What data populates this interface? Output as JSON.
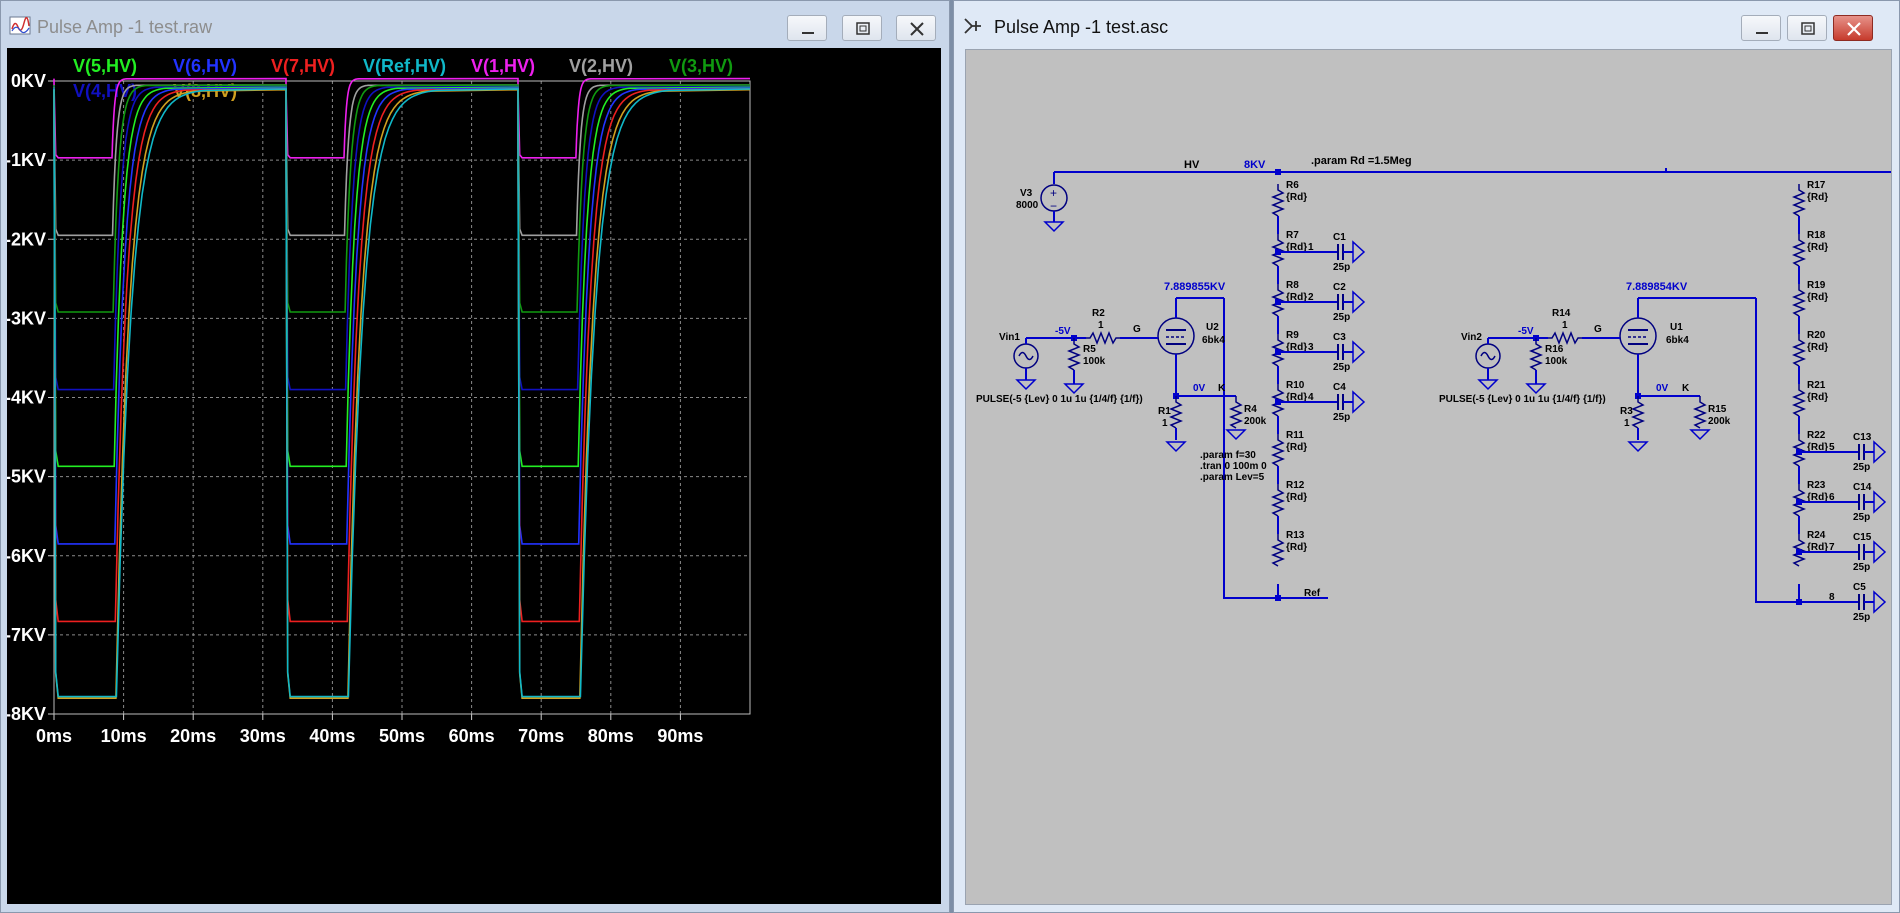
{
  "waveform_window": {
    "title": "Pulse Amp -1 test.raw",
    "legend": [
      {
        "label": "V(5,HV)",
        "color": "#22ee22"
      },
      {
        "label": "V(6,HV)",
        "color": "#2233ff"
      },
      {
        "label": "V(7,HV)",
        "color": "#ee2020"
      },
      {
        "label": "V(Ref,HV)",
        "color": "#10b8c8"
      },
      {
        "label": "V(1,HV)",
        "color": "#ee20ee"
      },
      {
        "label": "V(2,HV)",
        "color": "#a0a0a0"
      },
      {
        "label": "V(3,HV)",
        "color": "#109a10"
      },
      {
        "label": "V(4,HV)",
        "color": "#1010c0"
      },
      {
        "label": "V(8,HV)",
        "color": "#d0a020"
      }
    ],
    "y_ticks": [
      "0KV",
      "-1KV",
      "-2KV",
      "-3KV",
      "-4KV",
      "-5KV",
      "-6KV",
      "-7KV",
      "-8KV"
    ],
    "x_ticks": [
      "0ms",
      "10ms",
      "20ms",
      "30ms",
      "40ms",
      "50ms",
      "60ms",
      "70ms",
      "80ms",
      "90ms"
    ]
  },
  "chart_data": {
    "type": "line",
    "xlabel": "",
    "ylabel": "",
    "x_unit": "ms",
    "y_unit": "KV",
    "xlim": [
      0,
      100
    ],
    "ylim": [
      -8,
      0
    ],
    "grid": true,
    "pulse_period_ms": 33.33,
    "pulse_width_ms": 8.33,
    "series": [
      {
        "name": "V(1,HV)",
        "color": "#ee20ee",
        "low": -0.97,
        "high": 0.03
      },
      {
        "name": "V(2,HV)",
        "color": "#a0a0a0",
        "low": -1.95,
        "high": -0.05
      },
      {
        "name": "V(3,HV)",
        "color": "#109a10",
        "low": -2.92,
        "high": -0.05
      },
      {
        "name": "V(4,HV)",
        "color": "#1010c0",
        "low": -3.9,
        "high": -0.07
      },
      {
        "name": "V(5,HV)",
        "color": "#22ee22",
        "low": -4.87,
        "high": -0.08
      },
      {
        "name": "V(6,HV)",
        "color": "#2233ff",
        "low": -5.85,
        "high": -0.09
      },
      {
        "name": "V(7,HV)",
        "color": "#ee2020",
        "low": -6.83,
        "high": -0.1
      },
      {
        "name": "V(8,HV)",
        "color": "#d0a020",
        "low": -7.8,
        "high": -0.11
      },
      {
        "name": "V(Ref,HV)",
        "color": "#10b8c8",
        "low": -7.78,
        "high": -0.1
      }
    ]
  },
  "schematic_window": {
    "title": "Pulse Amp -1 test.asc",
    "labels": {
      "param_rd": ".param Rd =1.5Meg",
      "hv": "HV",
      "kv8": "8KV",
      "v3": "V3",
      "v3_val": "8000",
      "u2_node": "7.889855KV",
      "u1_node": "7.889854KV",
      "r2": "R2",
      "r2_val": "1",
      "g1": "G",
      "g2": "G",
      "u2": "U2",
      "u2_val": "6bk4",
      "u1": "U1",
      "u1_val": "6bk4",
      "vin1": "Vin1",
      "vin2": "Vin2",
      "m5v_1": "-5V",
      "m5v_2": "-5V",
      "r5": "R5",
      "r5_val": "100k",
      "r16": "R16",
      "r16_val": "100k",
      "r14": "R14",
      "r14_val": "1",
      "ov1": "0V",
      "ov2": "0V",
      "k1": "K",
      "k2": "K",
      "r4": "R4",
      "r4_val": "200k",
      "r15": "R15",
      "r15_val": "200k",
      "r1": "R1",
      "r1_val": "1",
      "r3": "R3",
      "r3_val": "1",
      "pulse1": "PULSE(-5 {Lev} 0 1u 1u {1/4/f} {1/f})",
      "pulse2": "PULSE(-5 {Lev} 0 1u 1u {1/4/f} {1/f})",
      "param_f": ".param f=30",
      "tran": ".tran 0 100m 0",
      "param_lev": ".param Lev=5",
      "ref": "Ref",
      "rd": "{Rd}",
      "cap": "25p"
    },
    "left_chain": [
      "R6",
      "R7",
      "R8",
      "R9",
      "R10",
      "R11",
      "R12",
      "R13"
    ],
    "left_caps": [
      "C1",
      "C2",
      "C3",
      "C4"
    ],
    "left_nodes": [
      "1",
      "2",
      "3",
      "4"
    ],
    "right_chain": [
      "R17",
      "R18",
      "R19",
      "R20",
      "R21",
      "R22",
      "R23",
      "R24"
    ],
    "right_caps": [
      "C13",
      "C14",
      "C15",
      "C5"
    ],
    "right_nodes": [
      "5",
      "6",
      "7",
      "8"
    ]
  }
}
